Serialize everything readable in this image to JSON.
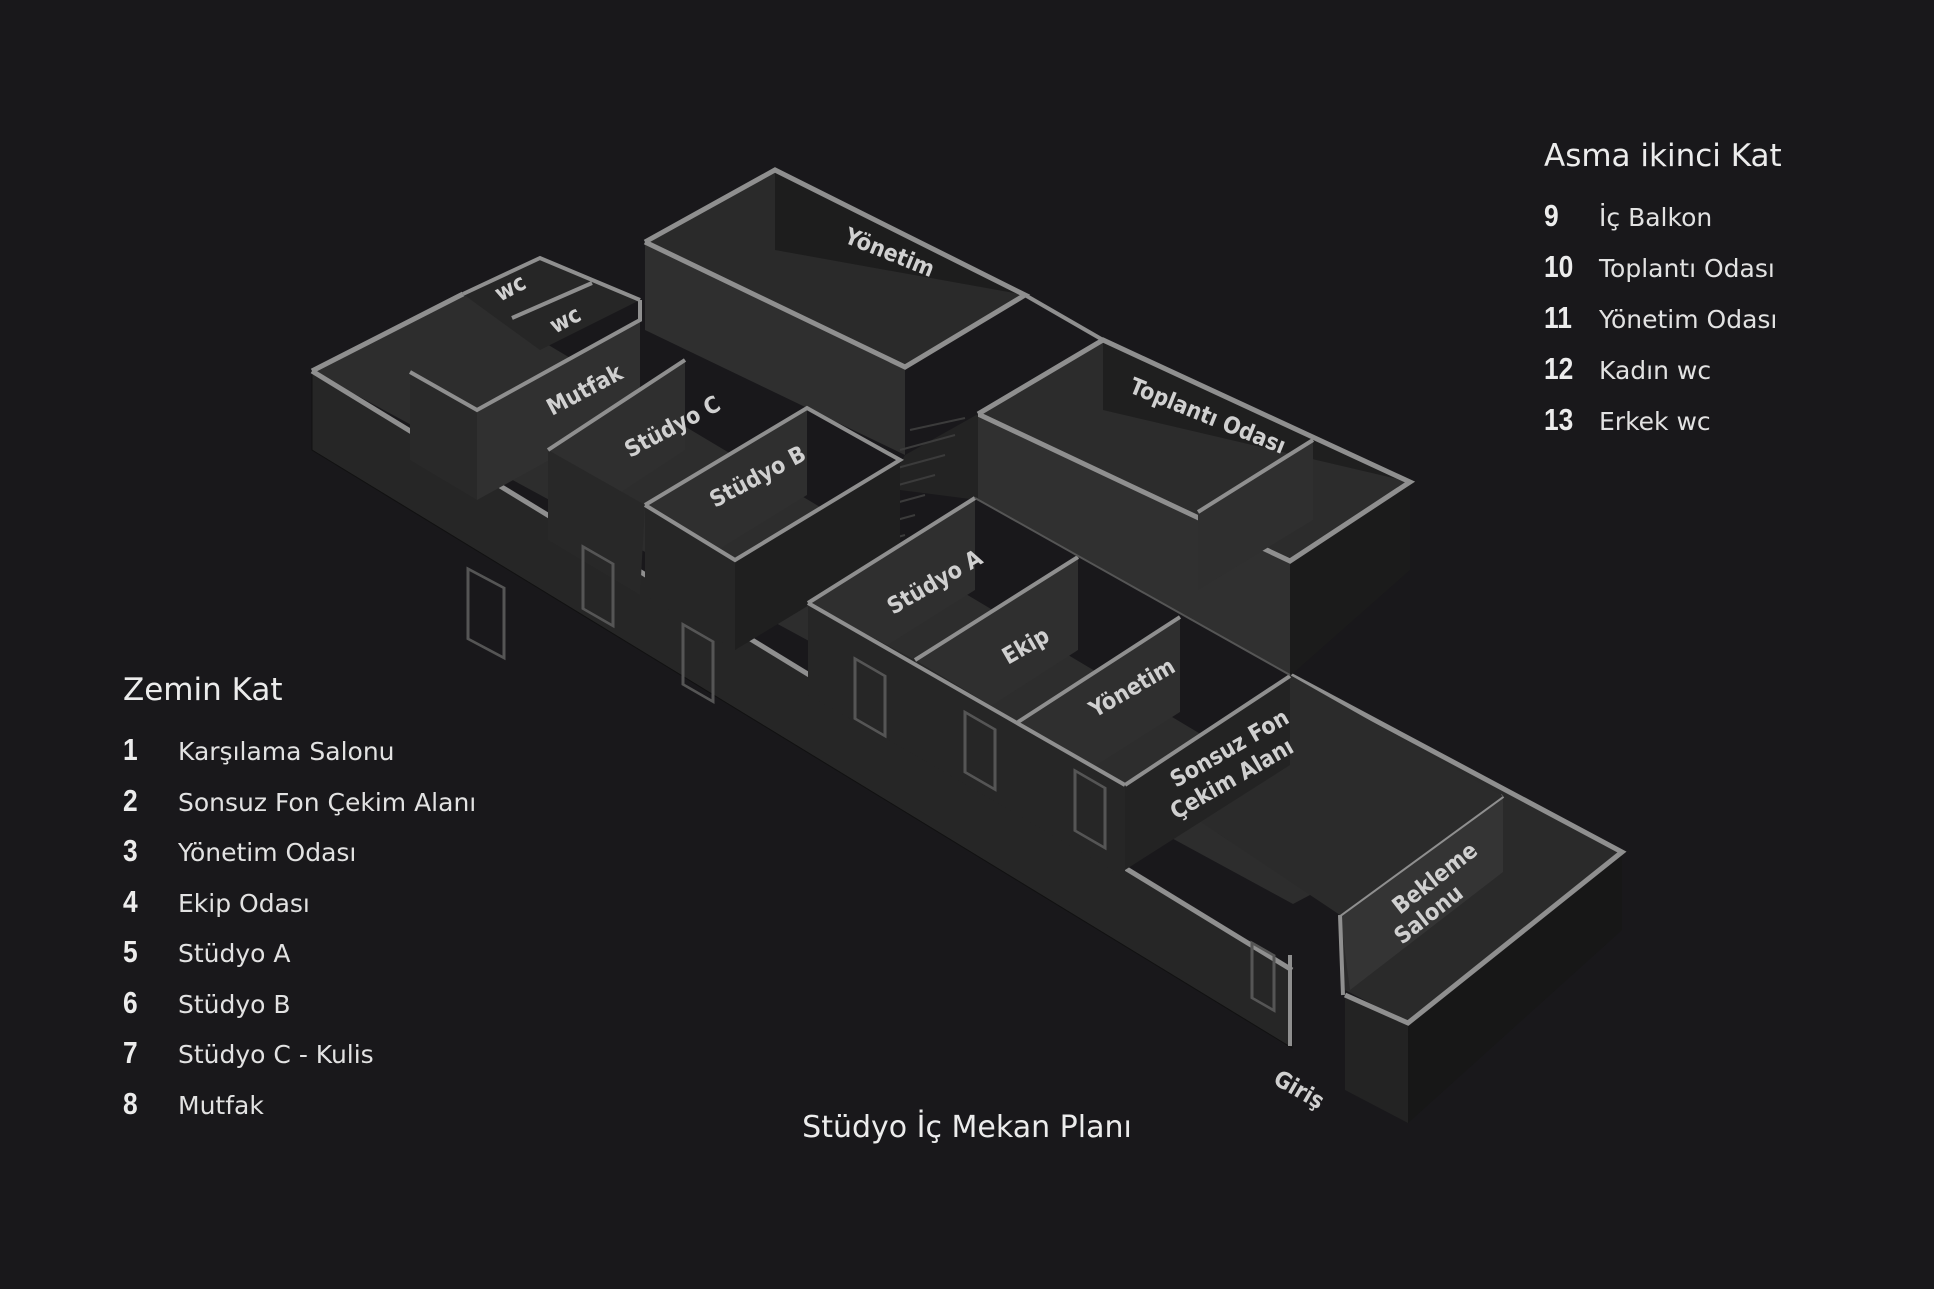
{
  "title": "Stüdyo İç Mekan Planı",
  "ground_floor": {
    "heading": "Zemin Kat",
    "items": [
      {
        "num": "1",
        "label": "Karşılama Salonu"
      },
      {
        "num": "2",
        "label": "Sonsuz Fon Çekim Alanı"
      },
      {
        "num": "3",
        "label": "Yönetim Odası"
      },
      {
        "num": "4",
        "label": "Ekip Odası"
      },
      {
        "num": "5",
        "label": "Stüdyo A"
      },
      {
        "num": "6",
        "label": "Stüdyo B"
      },
      {
        "num": "7",
        "label": "Stüdyo C - Kulis"
      },
      {
        "num": "8",
        "label": "Mutfak"
      }
    ]
  },
  "mezzanine": {
    "heading": "Asma ikinci Kat",
    "items": [
      {
        "num": "9",
        "label": "İç Balkon"
      },
      {
        "num": "10",
        "label": "Toplantı Odası"
      },
      {
        "num": "11",
        "label": "Yönetim Odası"
      },
      {
        "num": "12",
        "label": "Kadın wc"
      },
      {
        "num": "13",
        "label": "Erkek wc"
      }
    ]
  },
  "plan_labels": {
    "wc1": "wc",
    "wc2": "wc",
    "mutfak": "Mutfak",
    "studyo_c": "Stüdyo C",
    "studyo_b": "Stüdyo B",
    "yonetim_upper": "Yönetim",
    "toplanti": "Toplantı Odası",
    "studyo_a": "Stüdyo A",
    "ekip": "Ekip",
    "yonetim_lower": "Yönetim",
    "sonsuz_1": "Sonsuz Fon",
    "sonsuz_2": "Çekim Alanı",
    "bekleme_1": "Bekleme",
    "bekleme_2": "Salonu",
    "giris": "Giriş"
  },
  "colors": {
    "background": "#19181b",
    "floor": "#2e2e2e",
    "wall_light": "#3a3a3a",
    "wall_dark": "#1e1e1e",
    "wall_top": "#8e8e8e"
  }
}
